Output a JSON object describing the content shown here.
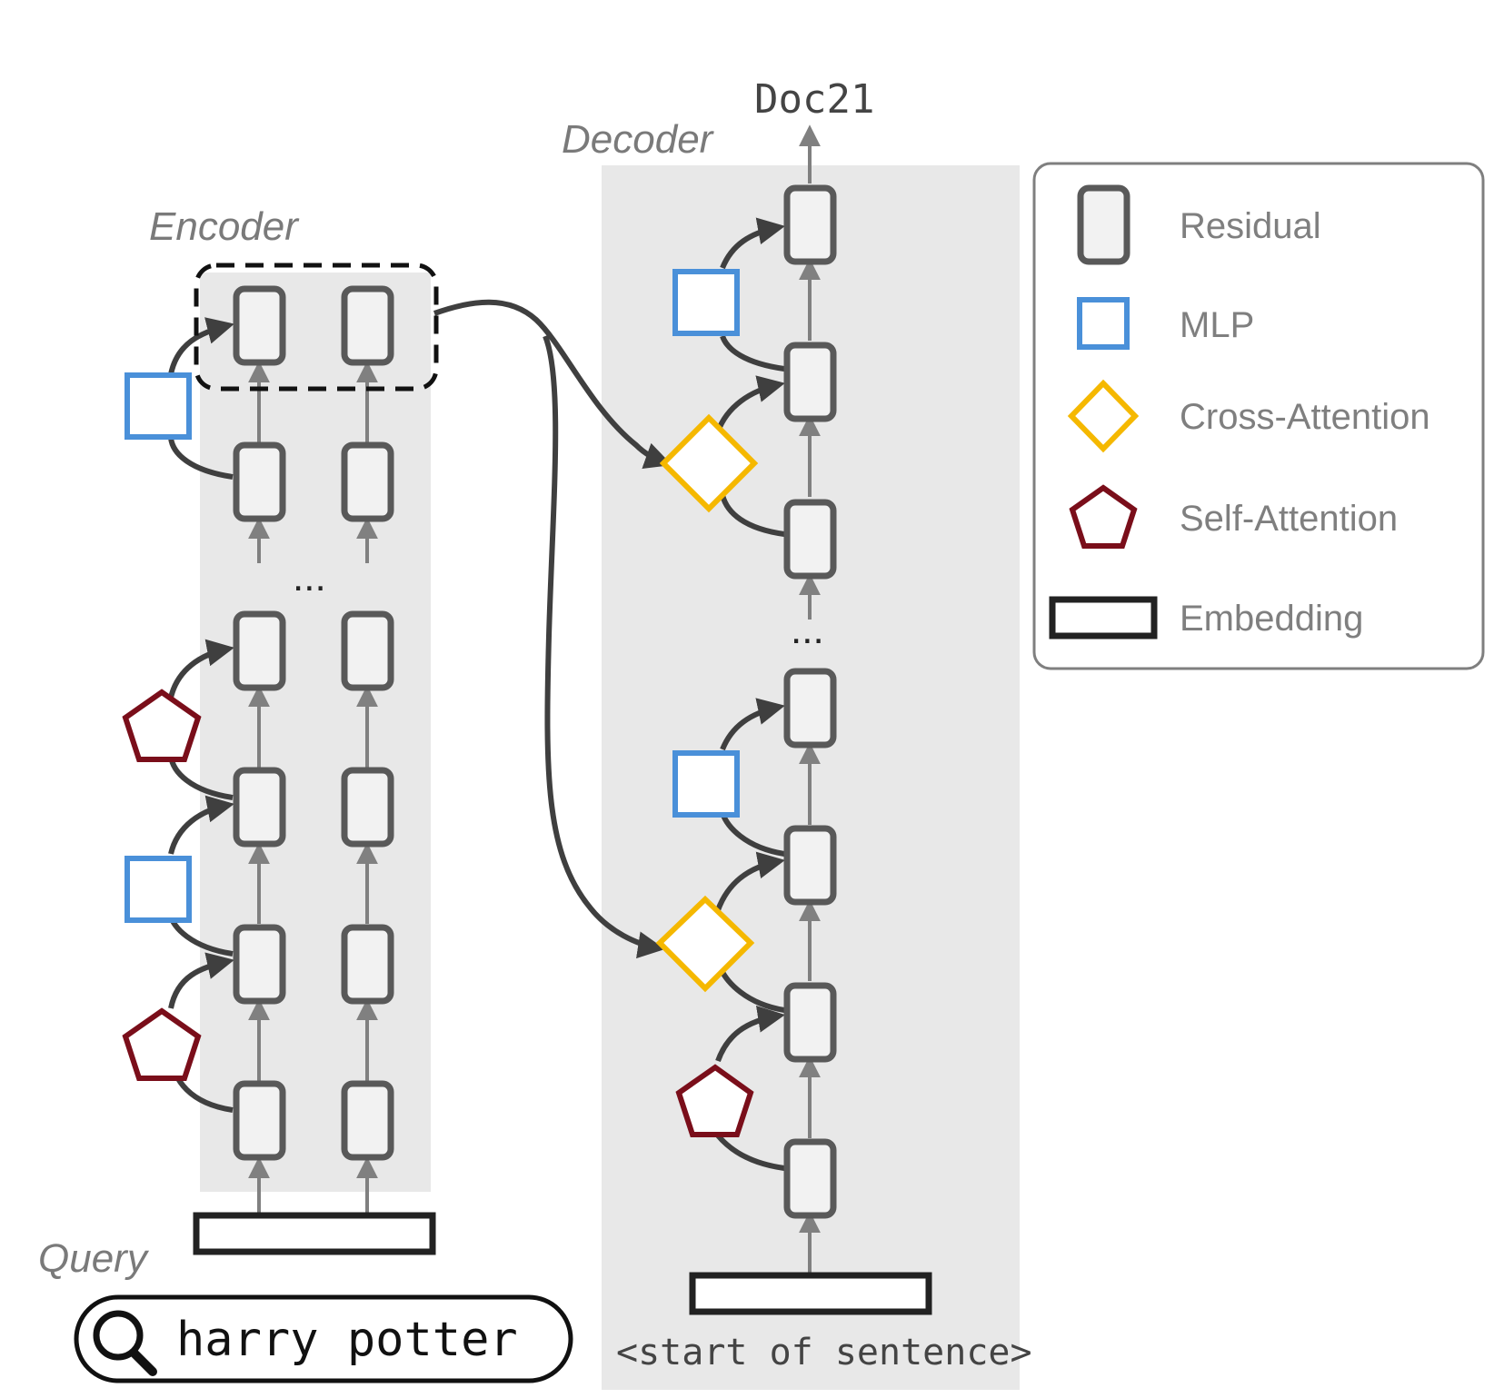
{
  "labels": {
    "encoder": "Encoder",
    "decoder": "Decoder",
    "query": "Query",
    "output": "Doc21",
    "ellipsis": "...",
    "decoder_input": "<start of sentence>"
  },
  "search": {
    "value": "harry potter"
  },
  "legend": {
    "items": [
      {
        "label": "Residual",
        "icon": "residual-icon"
      },
      {
        "label": "MLP",
        "icon": "mlp-icon"
      },
      {
        "label": "Cross-Attention",
        "icon": "cross-attention-icon"
      },
      {
        "label": "Self-Attention",
        "icon": "self-attention-icon"
      },
      {
        "label": "Embedding",
        "icon": "embedding-icon"
      }
    ]
  },
  "colors": {
    "panel": "#e8e8e8",
    "residual_stroke": "#595959",
    "residual_fill": "#f2f2f2",
    "mlp": "#4a90d9",
    "cross_attention": "#f5b800",
    "self_attention": "#7a0e1a",
    "connector": "#3f3f3f",
    "arrow_gray": "#808080"
  }
}
